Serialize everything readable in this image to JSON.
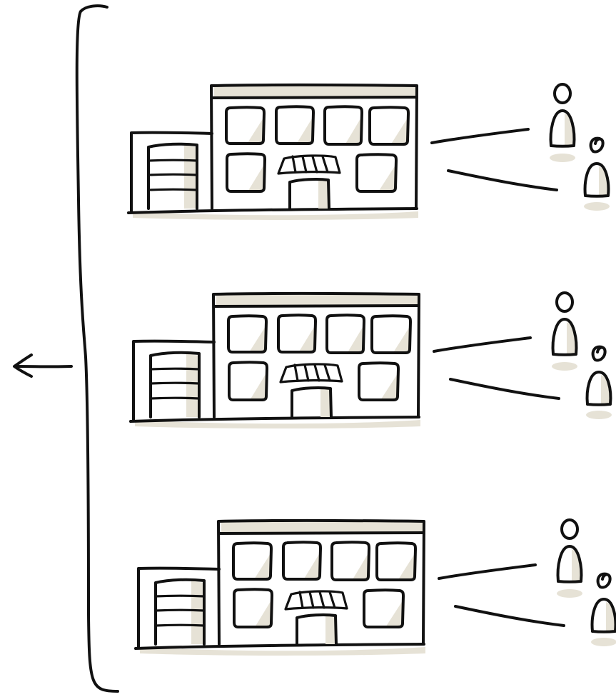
{
  "diagram": {
    "background_color": "#ffffff",
    "ink_color": "#111111",
    "shade_color": "#e6e2d6",
    "arrow_direction": "left",
    "groups": [
      {
        "building": "store-with-warehouse",
        "customers": 2
      },
      {
        "building": "store-with-warehouse",
        "customers": 2
      },
      {
        "building": "store-with-warehouse",
        "customers": 2
      }
    ]
  }
}
